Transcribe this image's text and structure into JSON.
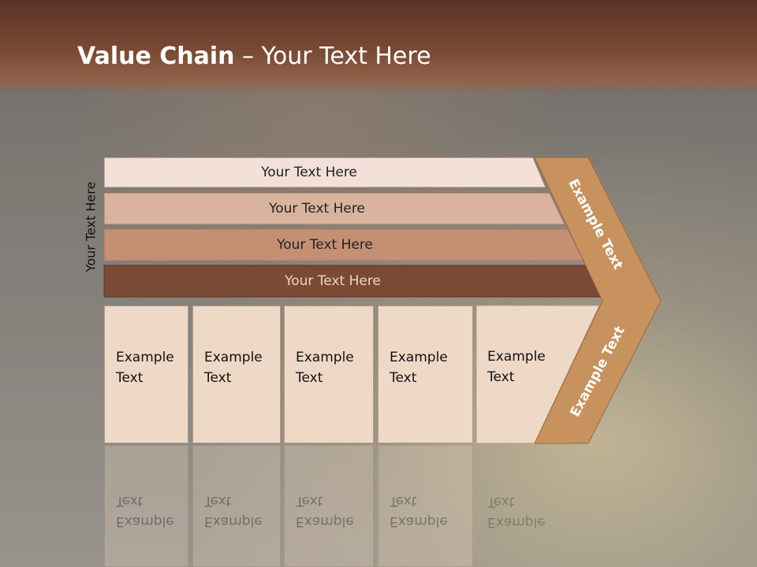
{
  "slide": {
    "title_bold": "Value Chain",
    "title_rest": " – Your Text Here",
    "side_label": "Your Text Here"
  },
  "rows": [
    {
      "label": "Your Text Here",
      "fill": "#f2e0d9",
      "text_color": "#222222"
    },
    {
      "label": "Your Text Here",
      "fill": "#dab39f",
      "text_color": "#222222"
    },
    {
      "label": "Your Text Here",
      "fill": "#c58f74",
      "text_color": "#222222"
    },
    {
      "label": "Your Text Here",
      "fill": "#7b4a34",
      "text_color": "#e8d5c8"
    }
  ],
  "cells": [
    {
      "line1": "Example",
      "line2": "Text"
    },
    {
      "line1": "Example",
      "line2": "Text"
    },
    {
      "line1": "Example",
      "line2": "Text"
    },
    {
      "line1": "Example",
      "line2": "Text"
    },
    {
      "line1": "Example",
      "line2": "Text"
    }
  ],
  "chevron": {
    "upper_text": "Example Text",
    "lower_text": "Example Text",
    "fill": "#c8925e"
  }
}
